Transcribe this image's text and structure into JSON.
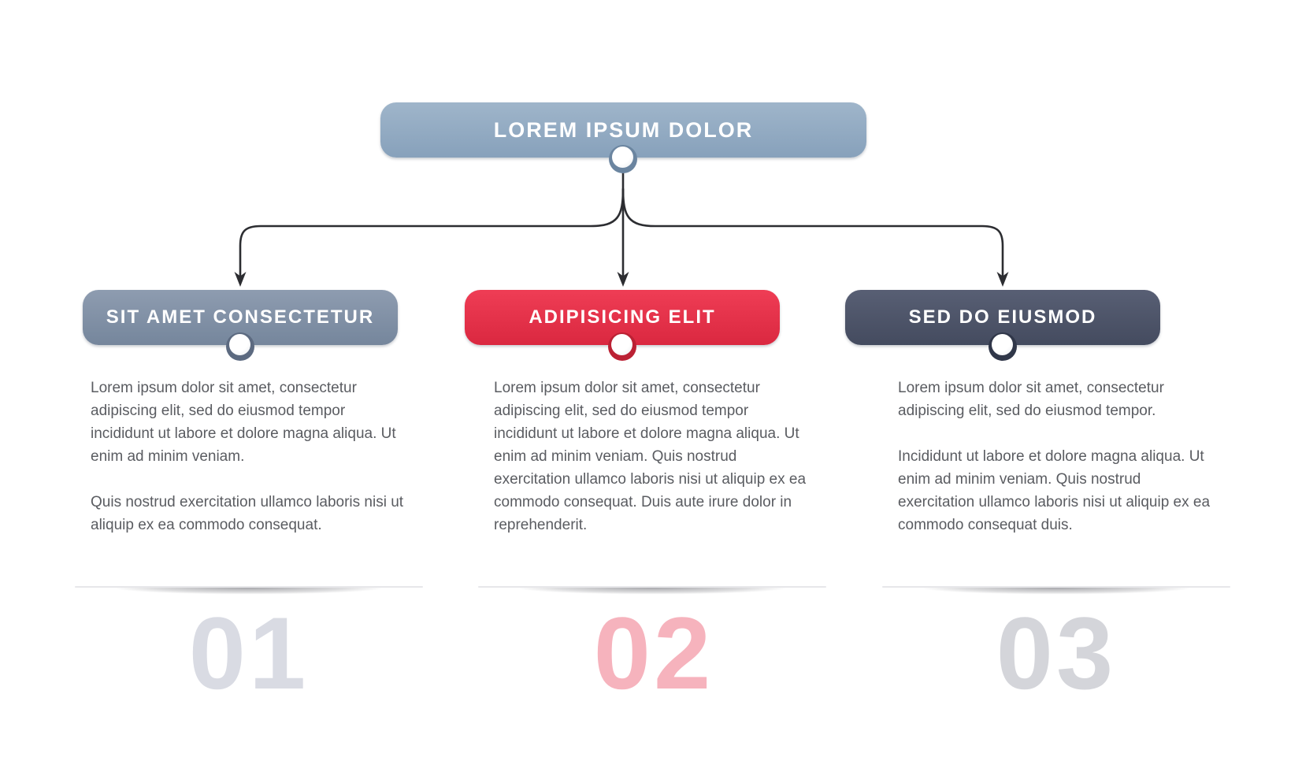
{
  "header": {
    "label": "LOREM IPSUM DOLOR",
    "bg_color": "#8ba4bd",
    "dot_ring_color": "#6b85a0"
  },
  "connector": {
    "line_color": "#2c2d31",
    "arrow_count": 3
  },
  "columns": [
    {
      "number": "01",
      "title": "SIT AMET CONSECTETUR",
      "box_color": "#7e8da2",
      "dot_ring_color": "#5c6a80",
      "number_color": "#d9dbe3",
      "paragraphs": [
        "Lorem ipsum dolor sit amet, consectetur adipiscing elit, sed do eiusmod tempor incididunt ut labore et dolore magna aliqua. Ut enim ad minim veniam.",
        "Quis nostrud exercitation ullamco laboris nisi ut aliquip ex ea commodo consequat."
      ]
    },
    {
      "number": "02",
      "title": "ADIPISICING ELIT",
      "box_color": "#e42e46",
      "dot_ring_color": "#bb2134",
      "number_color": "#f6b3bd",
      "paragraphs": [
        "Lorem ipsum dolor sit amet, consectetur adipiscing elit, sed do eiusmod tempor incididunt ut labore et dolore magna aliqua. Ut enim ad minim veniam. Quis nostrud exercitation ullamco laboris nisi ut aliquip ex ea commodo consequat. Duis aute irure dolor in reprehenderit."
      ]
    },
    {
      "number": "03",
      "title": "SED DO EIUSMOD",
      "box_color": "#4d5468",
      "dot_ring_color": "#303749",
      "number_color": "#d4d5da",
      "paragraphs": [
        "Lorem ipsum dolor sit amet, consectetur adipiscing elit, sed do eiusmod tempor.",
        "Incididunt ut labore et dolore magna aliqua. Ut enim ad minim veniam. Quis nostrud exercitation ullamco laboris nisi ut aliquip ex ea commodo consequat duis."
      ]
    }
  ]
}
